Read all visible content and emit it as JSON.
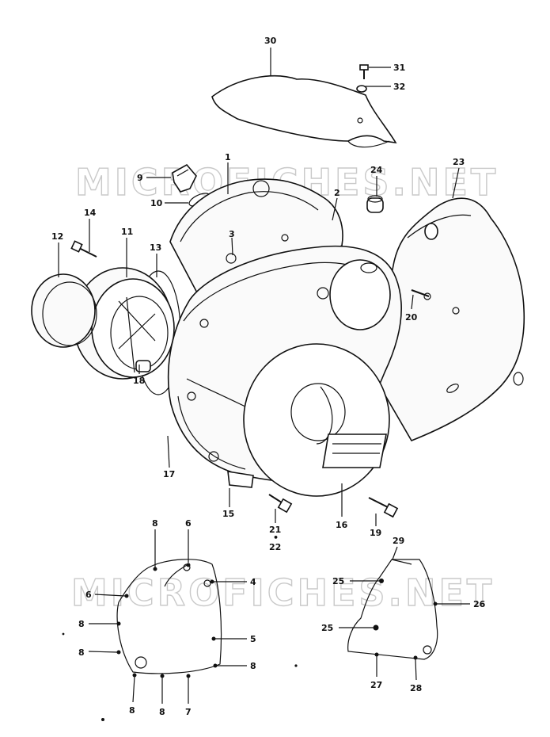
{
  "watermark": "MICROFICHES.NET",
  "callouts": {
    "c30": "30",
    "c31": "31",
    "c32": "32",
    "c1": "1",
    "c2": "2",
    "c3": "3",
    "c9": "9",
    "c10": "10",
    "c24": "24",
    "c23": "23",
    "c14": "14",
    "c11": "11",
    "c12": "12",
    "c13": "13",
    "c20": "20",
    "c18": "18",
    "c17": "17",
    "c15": "15",
    "c21": "21",
    "c22dot": "•",
    "c22": "22",
    "c16": "16",
    "c19": "19",
    "g8a": "8",
    "g6a": "6",
    "g4": "4",
    "g6b": "6",
    "g8b": "8",
    "g8c": "8",
    "g5": "5",
    "g8d": "8",
    "g8e": "8",
    "g8f": "8",
    "g7": "7",
    "s29": "29",
    "s25a": "25",
    "s26": "26",
    "s25b": "25",
    "s27": "27",
    "s28": "28"
  }
}
